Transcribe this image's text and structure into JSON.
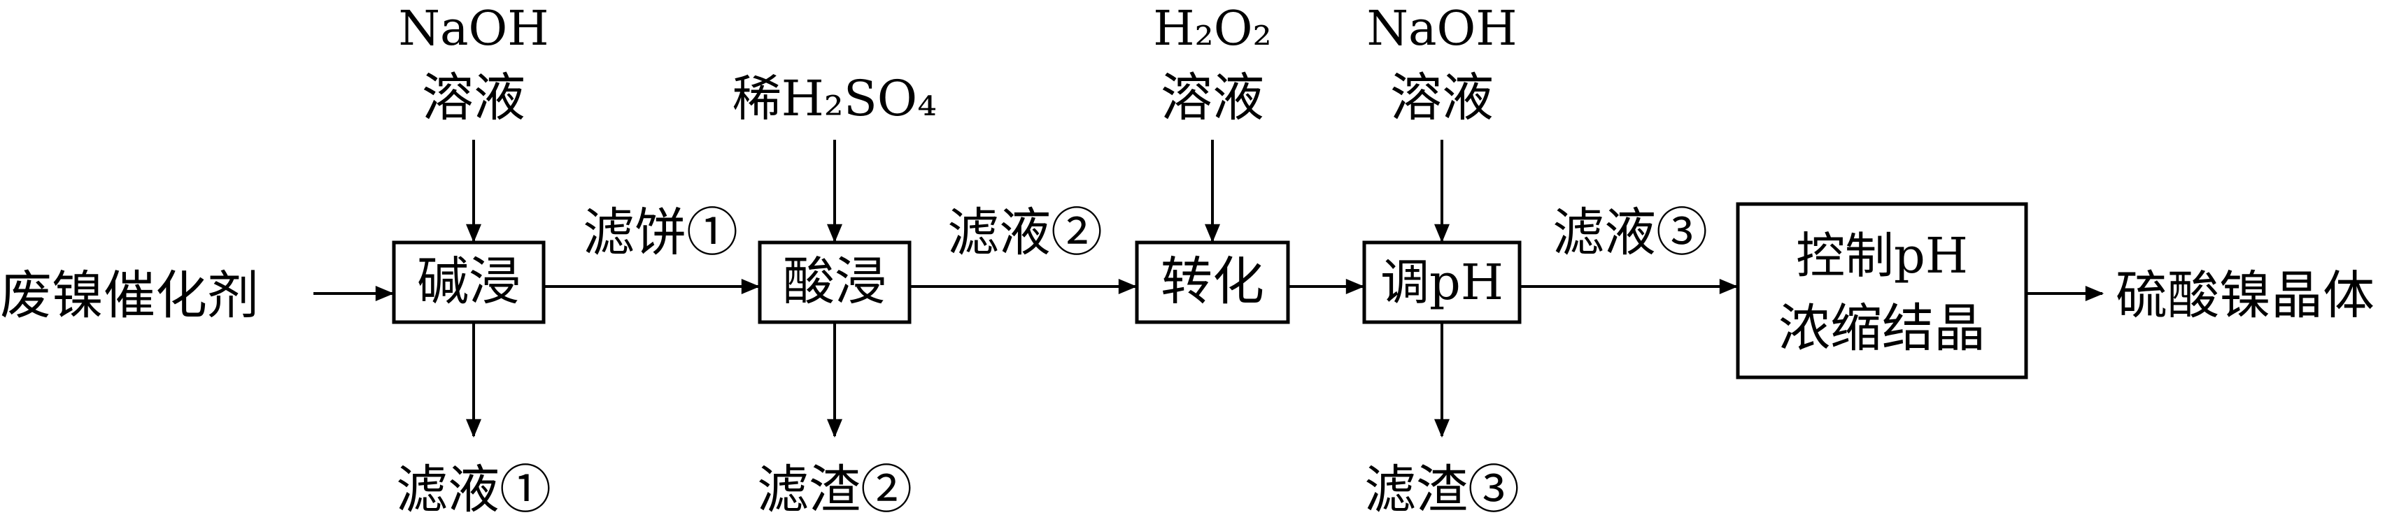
{
  "diagram": {
    "input_material": "废镍催化剂",
    "product": "硫酸镍晶体",
    "steps": [
      {
        "id": "step1",
        "lines": [
          "碱浸"
        ]
      },
      {
        "id": "step2",
        "lines": [
          "酸浸"
        ]
      },
      {
        "id": "step3",
        "lines": [
          "转化"
        ]
      },
      {
        "id": "step4",
        "lines": [
          "调pH"
        ]
      },
      {
        "id": "step5",
        "lines": [
          "控制pH",
          "浓缩结晶"
        ]
      }
    ],
    "reagents": {
      "step1": [
        "NaOH",
        "溶液"
      ],
      "step2": [
        "稀H₂SO₄"
      ],
      "step3": [
        "H₂O₂",
        "溶液"
      ],
      "step4": [
        "NaOH",
        "溶液"
      ]
    },
    "connections": {
      "step1_to_step2": "滤饼①",
      "step2_to_step3": "滤液②",
      "step4_to_step5": "滤液③"
    },
    "outputs": {
      "step1": "滤液①",
      "step2": "滤渣②",
      "step4": "滤渣③"
    },
    "colors": {
      "line": "#000000",
      "background": "#ffffff"
    }
  }
}
